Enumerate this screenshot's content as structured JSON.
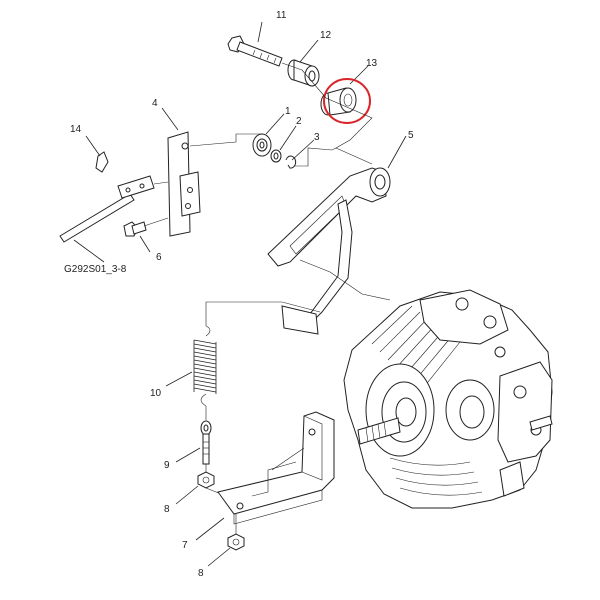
{
  "diagram": {
    "drawing_ref": "G292S01_3-8",
    "callouts": {
      "c1": "1",
      "c2": "2",
      "c3": "3",
      "c4": "4",
      "c5": "5",
      "c6": "6",
      "c7": "7",
      "c8a": "8",
      "c8b": "8",
      "c9": "9",
      "c10": "10",
      "c11": "11",
      "c12": "12",
      "c13": "13",
      "c14": "14"
    },
    "highlight": {
      "part": "13",
      "color": "#d9262b"
    }
  }
}
